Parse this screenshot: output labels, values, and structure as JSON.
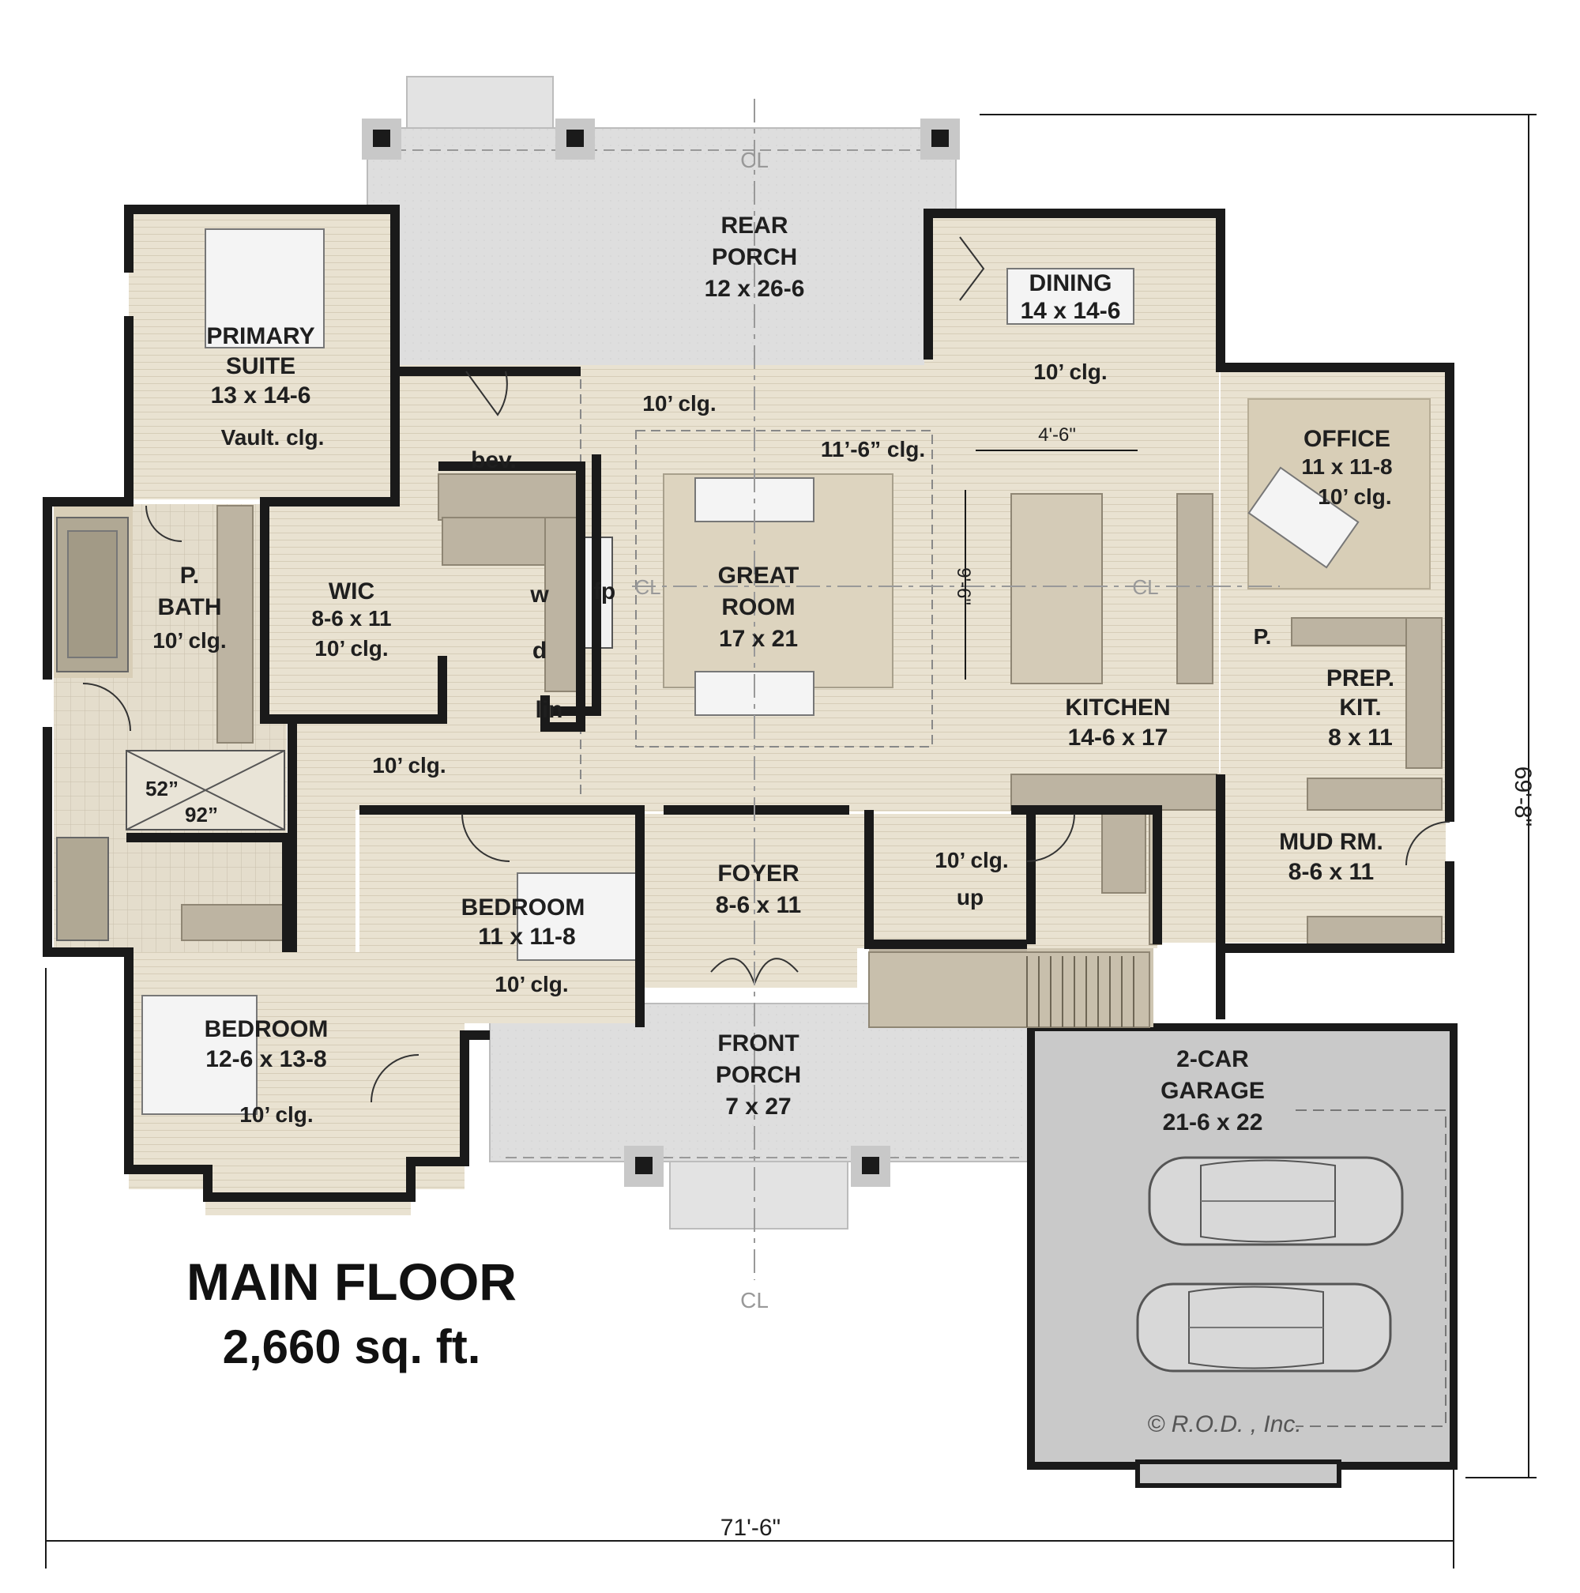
{
  "title": {
    "line1": "MAIN FLOOR",
    "line2": "2,660 sq. ft."
  },
  "overall": {
    "width": "71'-6\"",
    "depth": "69'-8\""
  },
  "copyright": "© R.O.D. , Inc.",
  "centerline": "CL",
  "rooms": {
    "rear_porch": {
      "name1": "REAR",
      "name2": "PORCH",
      "size": "12 x 26-6"
    },
    "dining": {
      "name": "DINING",
      "size": "14 x 14-6",
      "clg": "10’ clg."
    },
    "primary": {
      "name1": "PRIMARY",
      "name2": "SUITE",
      "size": "13 x 14-6",
      "clg": "Vault. clg."
    },
    "bath": {
      "name1": "P.",
      "name2": "BATH",
      "clg": "10’ clg."
    },
    "wic": {
      "name": "WIC",
      "size": "8-6 x 11",
      "clg": "10’ clg."
    },
    "great": {
      "name1": "GREAT",
      "name2": "ROOM",
      "size": "17 x 21",
      "clg": "11’-6” clg.",
      "clg2": "10’ clg."
    },
    "office": {
      "name": "OFFICE",
      "size": "11 x 11-8",
      "clg": "10’ clg."
    },
    "kitchen": {
      "name": "KITCHEN",
      "size": "14-6 x 17"
    },
    "prep": {
      "name1": "PREP.",
      "name2": "KIT.",
      "size": "8 x 11",
      "pantry": "P."
    },
    "mud": {
      "name": "MUD RM.",
      "size": "8-6 x 11"
    },
    "foyer": {
      "name": "FOYER",
      "size": "8-6 x 11"
    },
    "bedroom1": {
      "name": "BEDROOM",
      "size": "11 x 11-8",
      "clg": "10’ clg."
    },
    "bedroom2": {
      "name": "BEDROOM",
      "size": "12-6 x 13-8",
      "clg": "10’ clg."
    },
    "hall": {
      "clg": "10’ clg."
    },
    "stair": {
      "clg": "10’ clg.",
      "up": "up"
    },
    "front_porch": {
      "name1": "FRONT",
      "name2": "PORCH",
      "size": "7 x 27"
    },
    "garage": {
      "name1": "2-CAR",
      "name2": "GARAGE",
      "size": "21-6 x 22"
    }
  },
  "labels": {
    "bev": "bev.",
    "fp": "fp",
    "w": "w",
    "d": "d",
    "lin": "lin",
    "shower_w": "52”",
    "shower_d": "92”",
    "island_len": "9'-6\"",
    "island_w": "4'-6\""
  },
  "colors": {
    "floor": "#e7e0cf",
    "wall": "#1a1a1a",
    "porch": "#dcdcdc",
    "garage": "#c8c8c8",
    "cabinet": "#bdb4a2"
  }
}
